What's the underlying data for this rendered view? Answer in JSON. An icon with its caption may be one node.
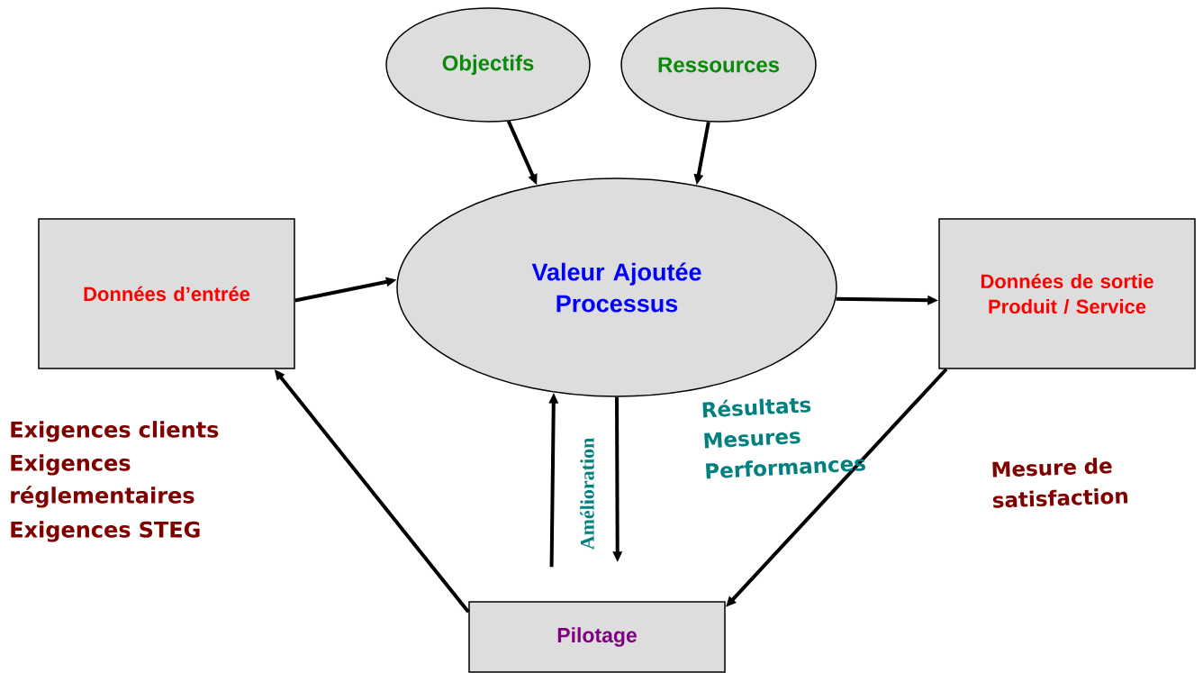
{
  "diagram": {
    "nodes": [
      {
        "text": [
          "Objectifs"
        ]
      },
      {
        "text": [
          "Ressources"
        ]
      },
      {
        "text": [
          "Données d’entrée"
        ]
      },
      {
        "text": [
          "Valeur Ajoutée Processus"
        ]
      },
      {
        "text": [
          "Données de sortie Produit / Service"
        ]
      },
      {
        "text": [
          "Pilotage"
        ]
      }
    ],
    "edges": [
      {
        "from": 0,
        "to": 3,
        "arrow": "to"
      },
      {
        "from": 1,
        "to": 3,
        "arrow": "to"
      },
      {
        "from": 2,
        "to": 3,
        "arrow": "to"
      },
      {
        "from": 3,
        "to": 4,
        "arrow": "to"
      },
      {
        "from": 4,
        "to": 5,
        "arrow": "to"
      },
      {
        "from": 5,
        "to": 2,
        "arrow": "to"
      },
      {
        "from": 5,
        "to": 3,
        "arrow": "to",
        "label": "Amélioration"
      },
      {
        "from": 3,
        "to": 5,
        "arrow": "to"
      }
    ],
    "labels": [
      "Exigences clients",
      "Exigences réglementaires",
      "Exigences STEG",
      "Résultats Mesures Performances",
      "Mesure de satisfaction"
    ]
  }
}
